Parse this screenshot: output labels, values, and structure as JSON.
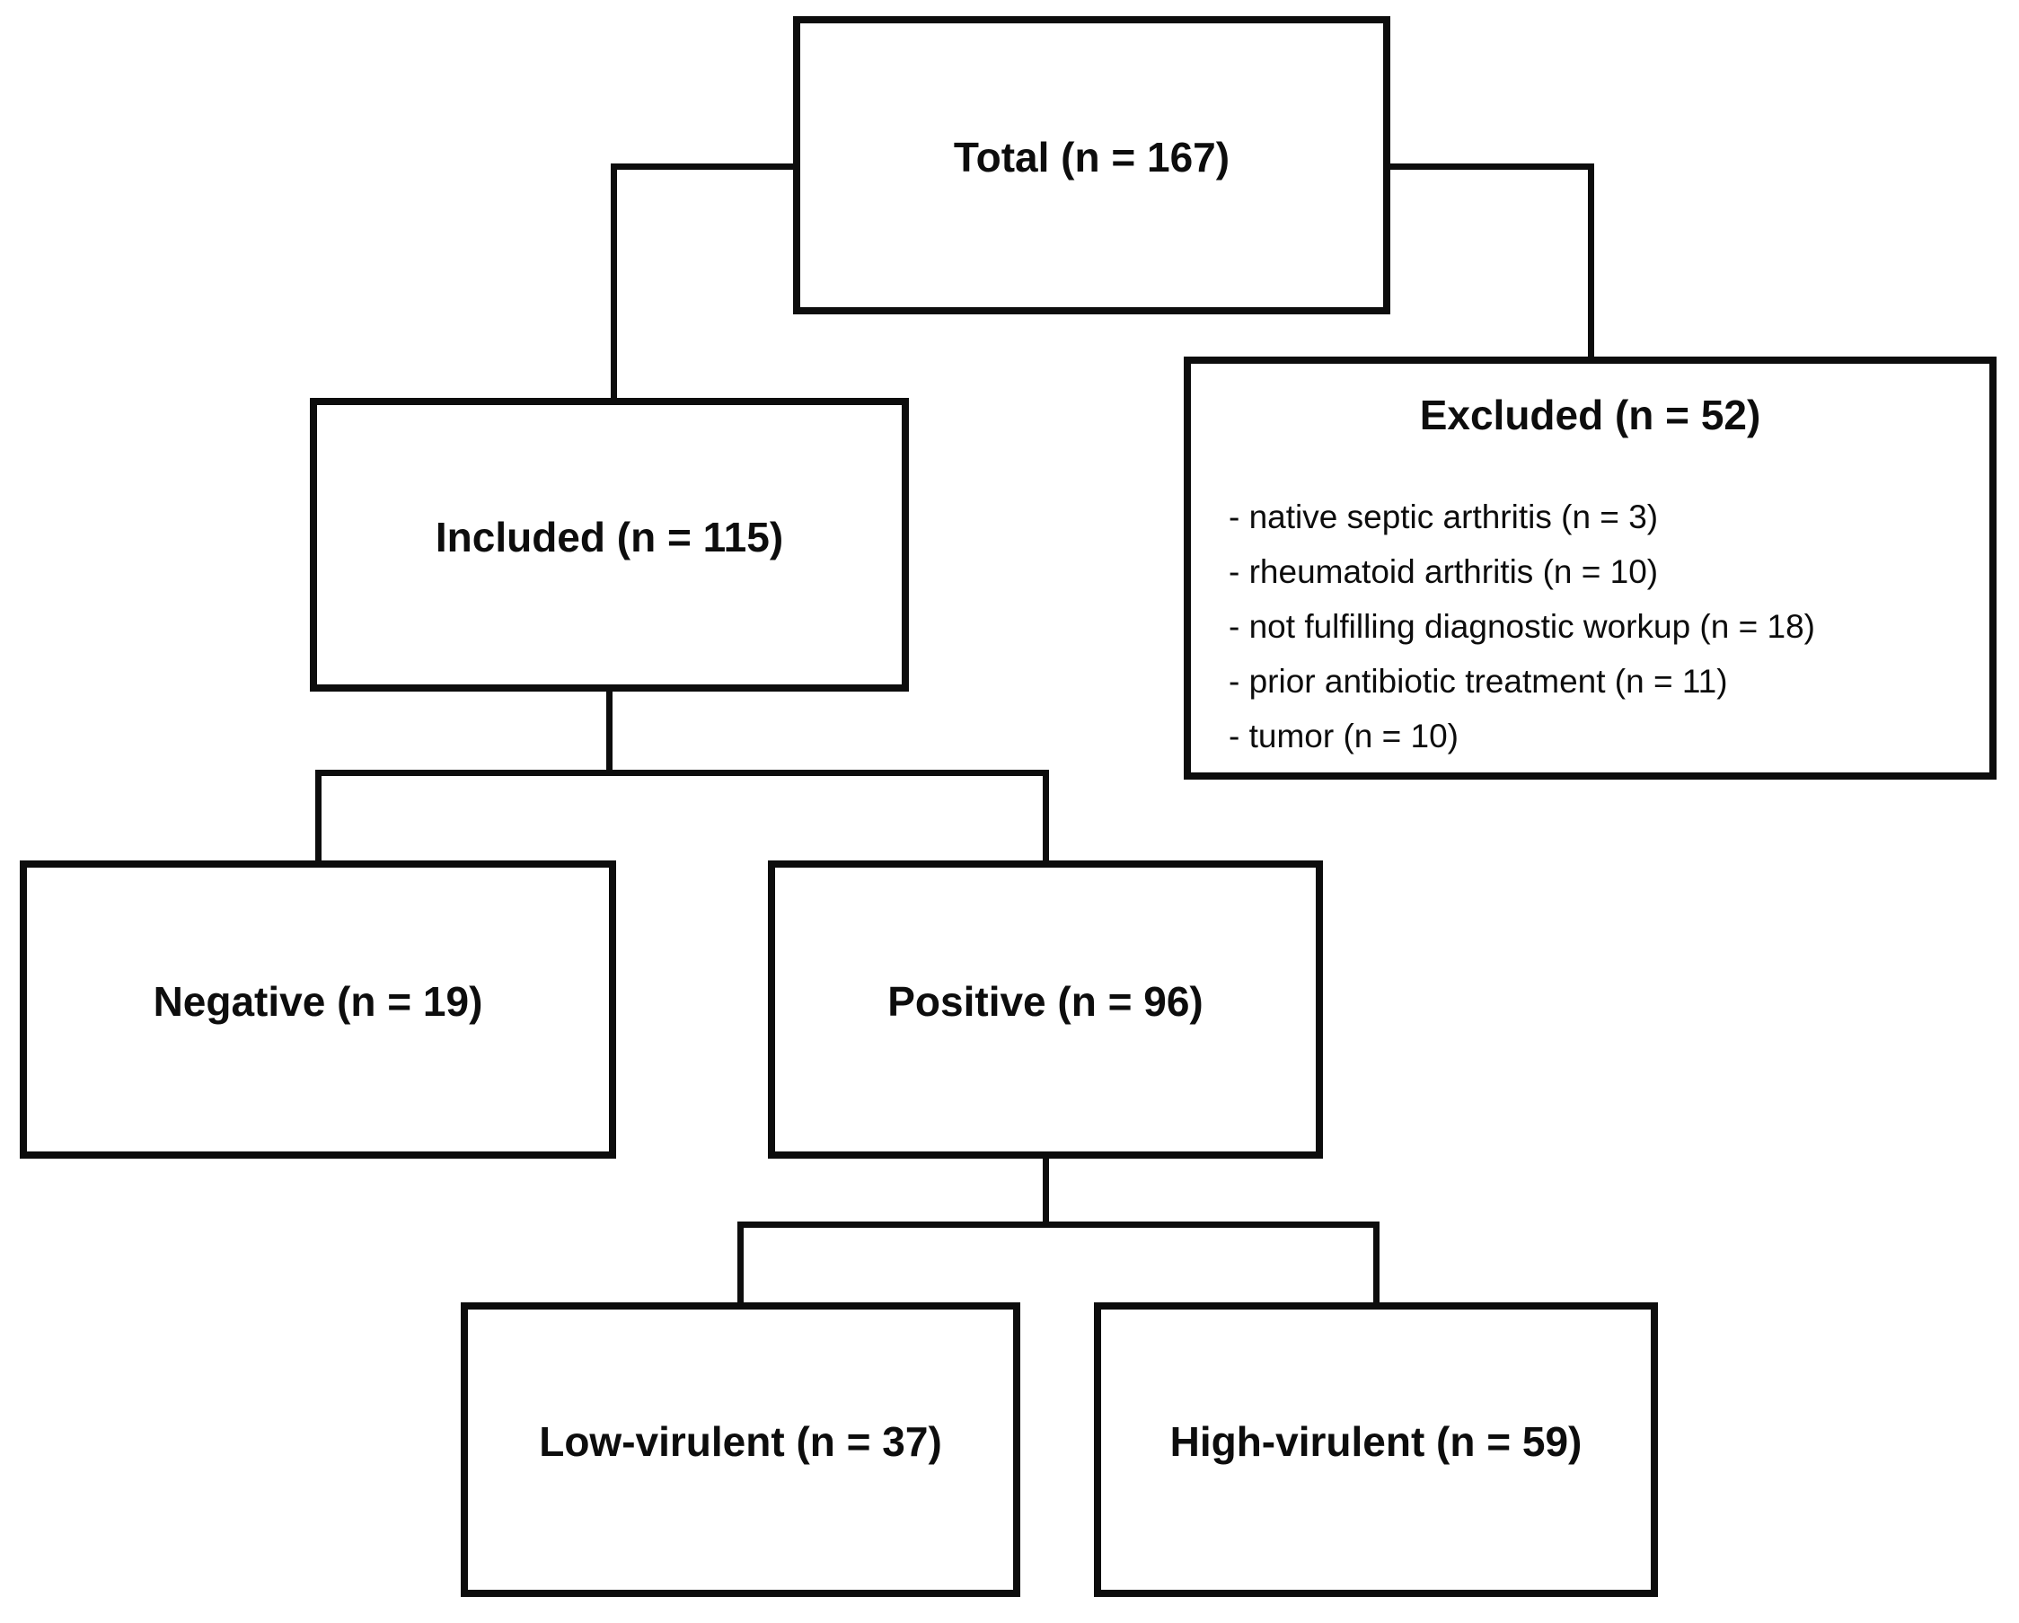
{
  "diagram": {
    "type": "flowchart",
    "colors": {
      "border": "#0d0d0d",
      "background": "#ffffff",
      "text": "#0d0d0d"
    },
    "nodes": {
      "total": {
        "label": "Total (n = 167)"
      },
      "included": {
        "label": "Included (n = 115)"
      },
      "excluded": {
        "title": "Excluded (n = 52)",
        "items": [
          "- native septic arthritis (n = 3)",
          "- rheumatoid arthritis (n = 10)",
          "- not fulfilling diagnostic workup  (n = 18)",
          "- prior antibiotic treatment  (n = 11)",
          "- tumor (n = 10)"
        ]
      },
      "negative": {
        "label": "Negative (n = 19)"
      },
      "positive": {
        "label": "Positive (n = 96)"
      },
      "low_virulent": {
        "label": "Low-virulent (n = 37)"
      },
      "high_virulent": {
        "label": "High-virulent (n = 59)"
      }
    },
    "edges": [
      {
        "from": "total",
        "to": "included"
      },
      {
        "from": "total",
        "to": "excluded"
      },
      {
        "from": "included",
        "to": "negative"
      },
      {
        "from": "included",
        "to": "positive"
      },
      {
        "from": "positive",
        "to": "low_virulent"
      },
      {
        "from": "positive",
        "to": "high_virulent"
      }
    ]
  }
}
